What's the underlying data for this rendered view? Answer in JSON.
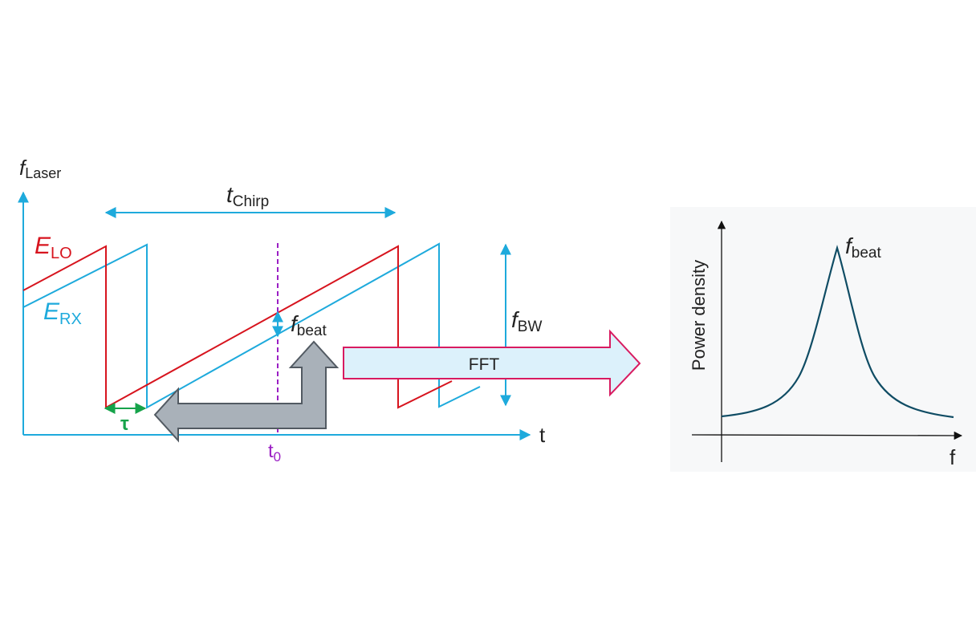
{
  "left_diagram": {
    "y_axis": {
      "symbol": "f",
      "subscript": "Laser"
    },
    "x_axis": {
      "label": "t"
    },
    "chirp_period": {
      "symbol": "t",
      "subscript": "Chirp"
    },
    "bandwidth": {
      "symbol": "f",
      "subscript": "BW"
    },
    "beat": {
      "symbol": "f",
      "subscript": "beat"
    },
    "delay": {
      "label": "τ"
    },
    "time_marker": {
      "symbol": "t",
      "subscript": "0"
    },
    "lo_signal": {
      "symbol": "E",
      "subscript": "LO"
    },
    "rx_signal": {
      "symbol": "E",
      "subscript": "RX"
    }
  },
  "fft_arrow": {
    "label": "FFT"
  },
  "spectrum": {
    "y_axis_label": "Power density",
    "x_axis_label": "f",
    "peak": {
      "symbol": "f",
      "subscript": "beat"
    }
  },
  "colors": {
    "lo": "#d7141e",
    "rx": "#1eaadc",
    "tau": "#16a34a",
    "t0": "#9b1fc4",
    "fft_stroke": "#d81b60",
    "fft_fill": "#dcf1fb",
    "gray_arrow": "#a9b1b9",
    "spectrum_curve": "#0f4c64"
  }
}
